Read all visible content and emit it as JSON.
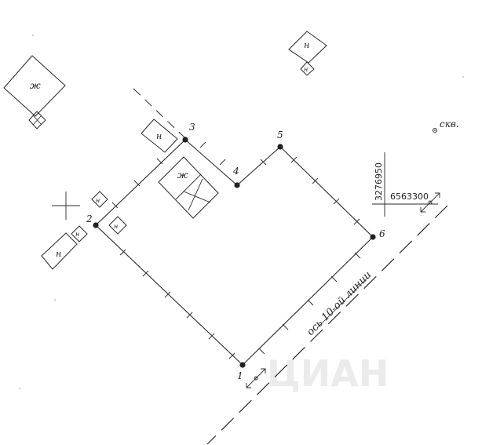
{
  "colors": {
    "ink": "#2a2a2a",
    "paper": "#ffffff",
    "watermark": "#d9d9d9"
  },
  "points": {
    "p1": "1",
    "p2": "2",
    "p3": "3",
    "p4": "4",
    "p5": "5",
    "p6": "6"
  },
  "buildings": {
    "residential_label": "ж",
    "nonresidential_label": "н"
  },
  "coordinates": {
    "vertical": "3276950",
    "horizontal": "6563300"
  },
  "street_axis_label": "ось 10-ой линии",
  "well_label": "скв.",
  "watermark": "ЦИАН",
  "icons": [
    "crosshair-icon",
    "scale-arrow-icon",
    "well-marker-icon"
  ]
}
